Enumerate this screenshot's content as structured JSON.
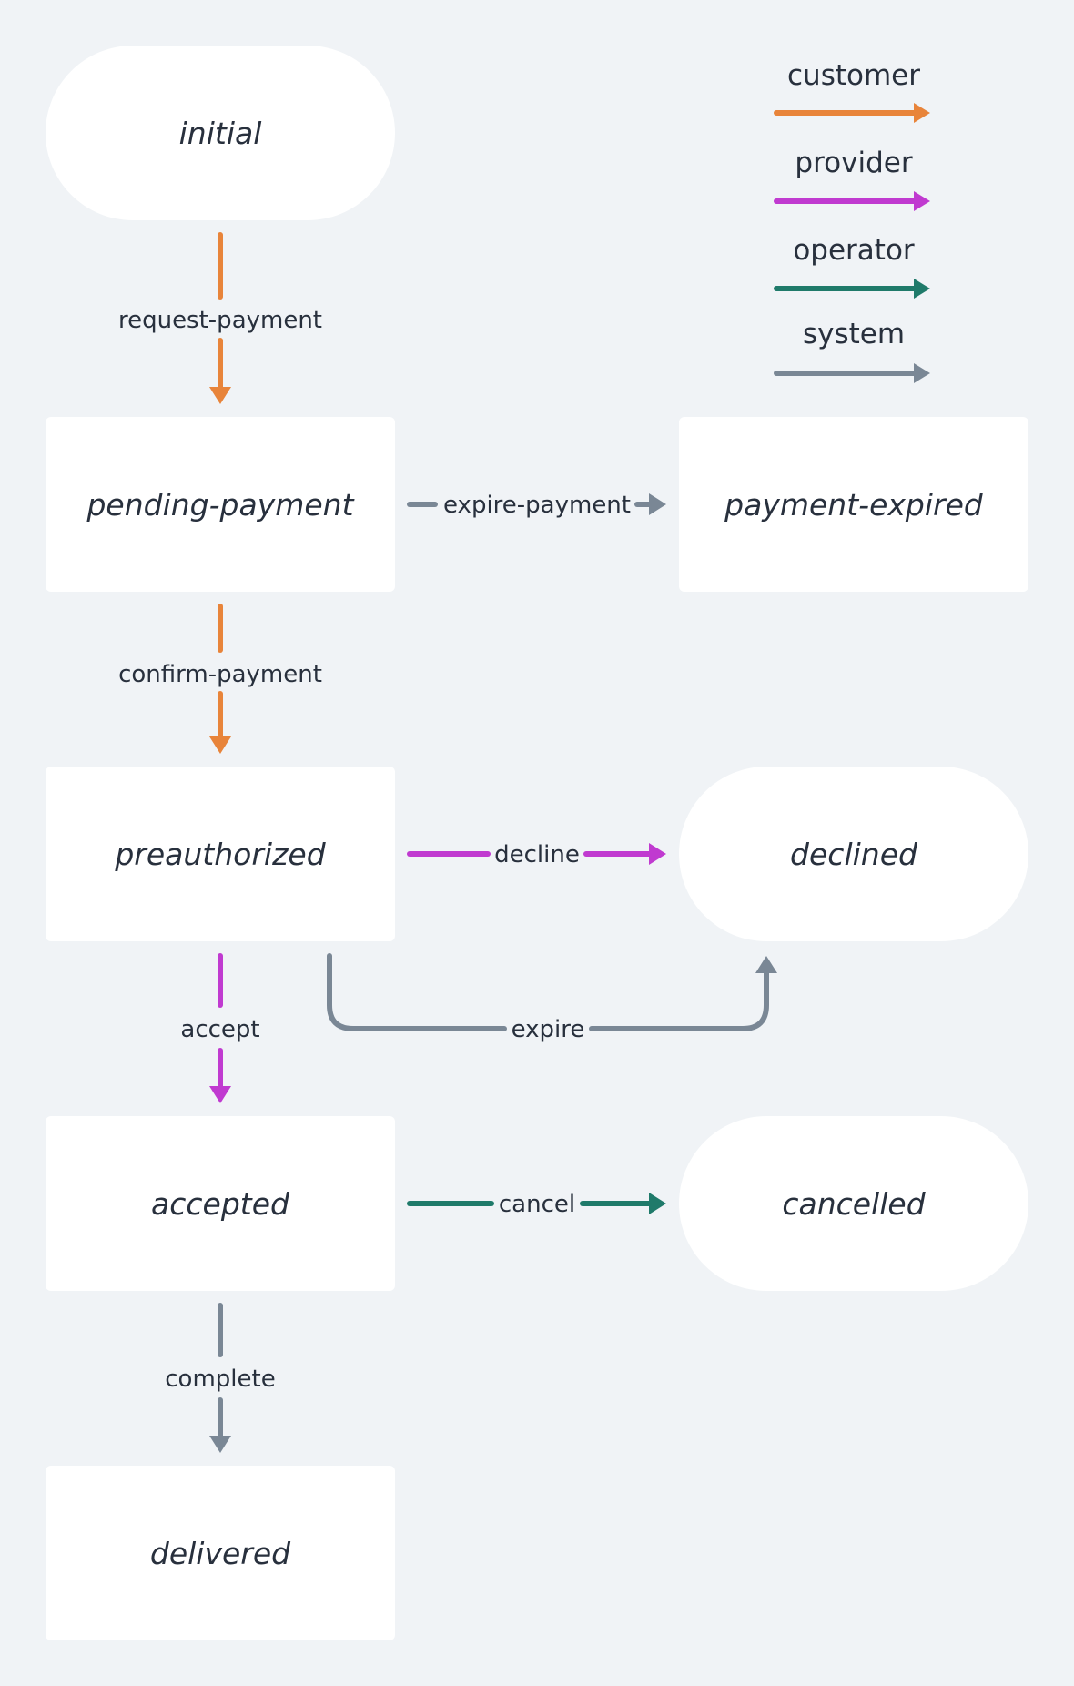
{
  "colors": {
    "background": "#f0f3f6",
    "node": "#ffffff",
    "text": "#28303d",
    "customer": "#e8843a",
    "provider": "#c03ad0",
    "operator": "#1f7a6a",
    "system": "#7a8795"
  },
  "legend": [
    {
      "role": "customer",
      "label": "customer"
    },
    {
      "role": "provider",
      "label": "provider"
    },
    {
      "role": "operator",
      "label": "operator"
    },
    {
      "role": "system",
      "label": "system"
    }
  ],
  "states": {
    "initial": {
      "label": "initial",
      "shape": "terminal"
    },
    "pending_payment": {
      "label": "pending-payment",
      "shape": "state"
    },
    "payment_expired": {
      "label": "payment-expired",
      "shape": "state"
    },
    "preauthorized": {
      "label": "preauthorized",
      "shape": "state"
    },
    "declined": {
      "label": "declined",
      "shape": "terminal"
    },
    "accepted": {
      "label": "accepted",
      "shape": "state"
    },
    "cancelled": {
      "label": "cancelled",
      "shape": "terminal"
    },
    "delivered": {
      "label": "delivered",
      "shape": "state"
    }
  },
  "transitions": {
    "request_payment": {
      "label": "request-payment",
      "from": "initial",
      "to": "pending-payment",
      "actor": "customer"
    },
    "expire_payment": {
      "label": "expire-payment",
      "from": "pending-payment",
      "to": "payment-expired",
      "actor": "system"
    },
    "confirm_payment": {
      "label": "confirm-payment",
      "from": "pending-payment",
      "to": "preauthorized",
      "actor": "customer"
    },
    "decline": {
      "label": "decline",
      "from": "preauthorized",
      "to": "declined",
      "actor": "provider"
    },
    "expire": {
      "label": "expire",
      "from": "preauthorized",
      "to": "declined",
      "actor": "system"
    },
    "accept": {
      "label": "accept",
      "from": "preauthorized",
      "to": "accepted",
      "actor": "provider"
    },
    "cancel": {
      "label": "cancel",
      "from": "accepted",
      "to": "cancelled",
      "actor": "operator"
    },
    "complete": {
      "label": "complete",
      "from": "accepted",
      "to": "delivered",
      "actor": "system"
    }
  }
}
